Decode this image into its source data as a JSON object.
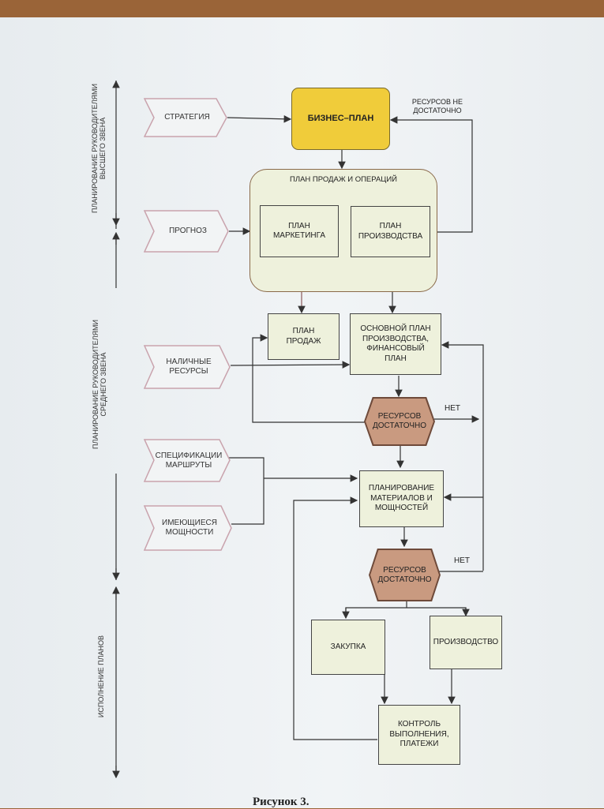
{
  "inputs": {
    "strategy": "СТРАТЕГИЯ",
    "forecast": "ПРОГНОЗ",
    "available_resources": "НАЛИЧНЫЕ\nРЕСУРСЫ",
    "specs": "СПЕЦИФИКАЦИИ\nМАРШРУТЫ",
    "capacity": "ИМЕЮЩИЕСЯ\nМОЩНОСТИ"
  },
  "boxes": {
    "business_plan": "БИЗНЕС–ПЛАН",
    "sop_group": "ПЛАН ПРОДАЖ И ОПЕРАЦИЙ",
    "marketing_plan": "ПЛАН\nМАРКЕТИНГА",
    "production_plan": "ПЛАН\nПРОИЗВОДСТВА",
    "sales_plan": "ПЛАН\nПРОДАЖ",
    "master_plan": "ОСНОВНОЙ ПЛАН\nПРОИЗВОДСТВА,\nФИНАНСОВЫЙ\nПЛАН",
    "materials_planning": "ПЛАНИРОВАНИЕ\nМАТЕРИАЛОВ И\nМОЩНОСТЕЙ",
    "purchase": "ЗАКУПКА",
    "production": "ПРОИЗВОДСТВО",
    "control": "КОНТРОЛЬ\nВЫПОЛНЕНИЯ,\nПЛАТЕЖИ"
  },
  "decisions": {
    "resources_enough_1": "РЕСУРСОВ\nДОСТАТОЧНО",
    "resources_enough_2": "РЕСУРСОВ\nДОСТАТОЧНО"
  },
  "labels": {
    "resources_not_enough": "РЕСУРСОВ НЕ\nДОСТАТОЧНО",
    "no_1": "НЕТ",
    "no_2": "НЕТ"
  },
  "side_labels": {
    "top_management": "ПЛАНИРОВАНИЕ РУКОВОДИТЕЛЯМИ\nВЫСШЕГО ЗВЕНА",
    "middle_management": "ПЛАНИРОВАНИЕ РУКОВОДИТЕЛЯМИ\nСРЕДНЕГО ЗВЕНА",
    "execution": "ИСПОЛНЕНИЕ ПЛАНОВ"
  },
  "caption": "Рисунок 3.",
  "colors": {
    "business_plan": "#f0cc3a",
    "decision": "#c99a80",
    "box": "#eef1dc",
    "input_stroke": "#c9a3ad"
  }
}
